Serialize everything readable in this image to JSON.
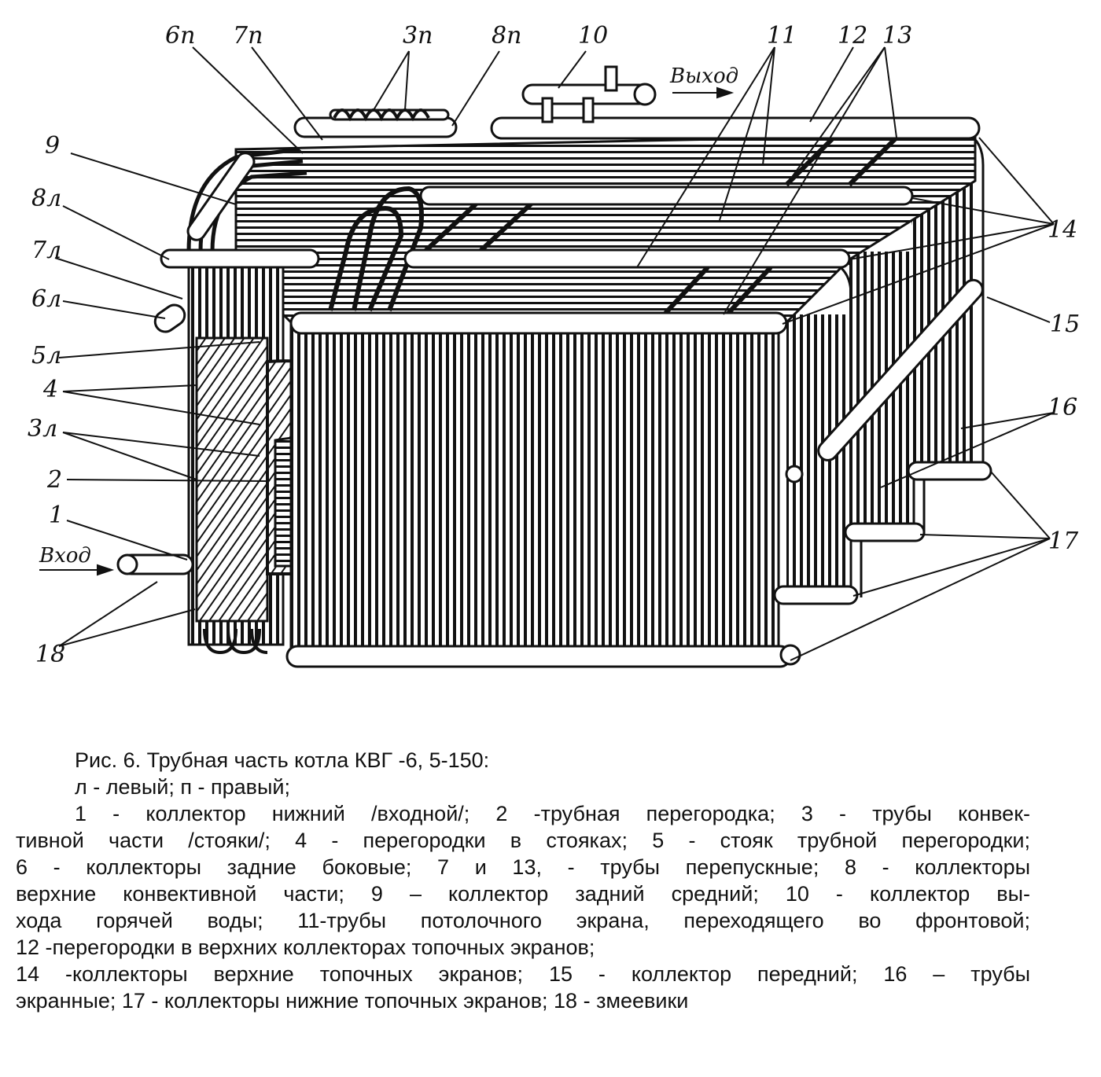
{
  "labels": {
    "l6p": "6п",
    "l7p": "7п",
    "l3p": "3п",
    "l8p": "8п",
    "l10": "10",
    "exit": "Выход",
    "l11": "11",
    "l12": "12",
    "l13": "13",
    "l9": "9",
    "l8l": "8л",
    "l7l": "7л",
    "l6l": "6л",
    "l5l": "5л",
    "l4": "4",
    "l3l": "3л",
    "l2": "2",
    "l1": "1",
    "entry": "Вход",
    "l18": "18",
    "l14": "14",
    "l15": "15",
    "l16": "16",
    "l17": "17"
  },
  "caption": {
    "title": "Рис. 6. Трубная часть котла КВГ -6, 5-150:",
    "legend_lr": "л - левый; п - правый;",
    "lines": [
      "1 - коллектор нижний /входной/; 2 -трубная перегородка;  3 - трубы конвек-",
      "тивной части /стояки/; 4 - перегородки в стояках;  5 - стояк трубной перегородки;",
      "6 - коллекторы задние боковые;  7 и 13, - трубы перепускные; 8 - коллекторы",
      "верхние конвективной части;  9 – коллектор задний средний; 10 - коллектор вы-",
      "хода горячей воды;  11-трубы потолочного экрана, переходящего во фронтовой;",
      "12 -перегородки в верхних коллекторах топочных экранов;",
      "14 -коллекторы верхние топочных экранов; 15 - коллектор передний;  16 – трубы",
      "экранные; 17 - коллекторы нижние топочных экранов;  18 - змеевики"
    ]
  }
}
